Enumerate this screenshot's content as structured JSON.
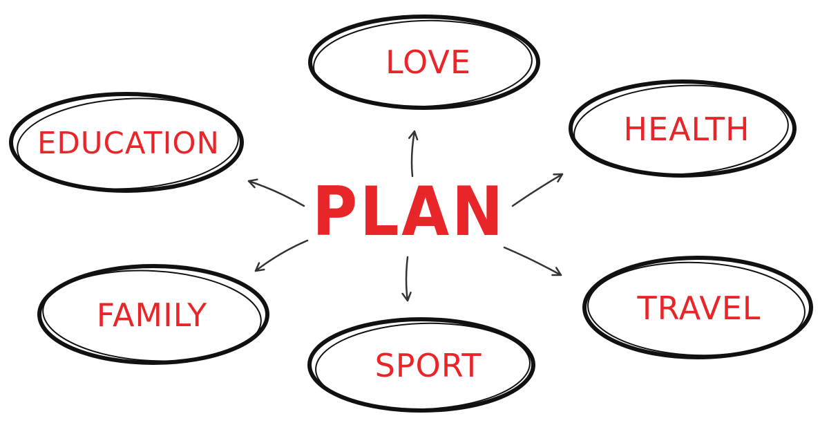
{
  "center": {
    "label": "PLAN"
  },
  "nodes": [
    {
      "id": "love",
      "label": "LOVE"
    },
    {
      "id": "health",
      "label": "HEALTH"
    },
    {
      "id": "travel",
      "label": "TRAVEL"
    },
    {
      "id": "sport",
      "label": "SPORT"
    },
    {
      "id": "family",
      "label": "FAMILY"
    },
    {
      "id": "education",
      "label": "EDUCATION"
    }
  ],
  "colors": {
    "text": "#e8262a",
    "outline": "#111111",
    "arrow": "#333333",
    "background": "#ffffff"
  }
}
